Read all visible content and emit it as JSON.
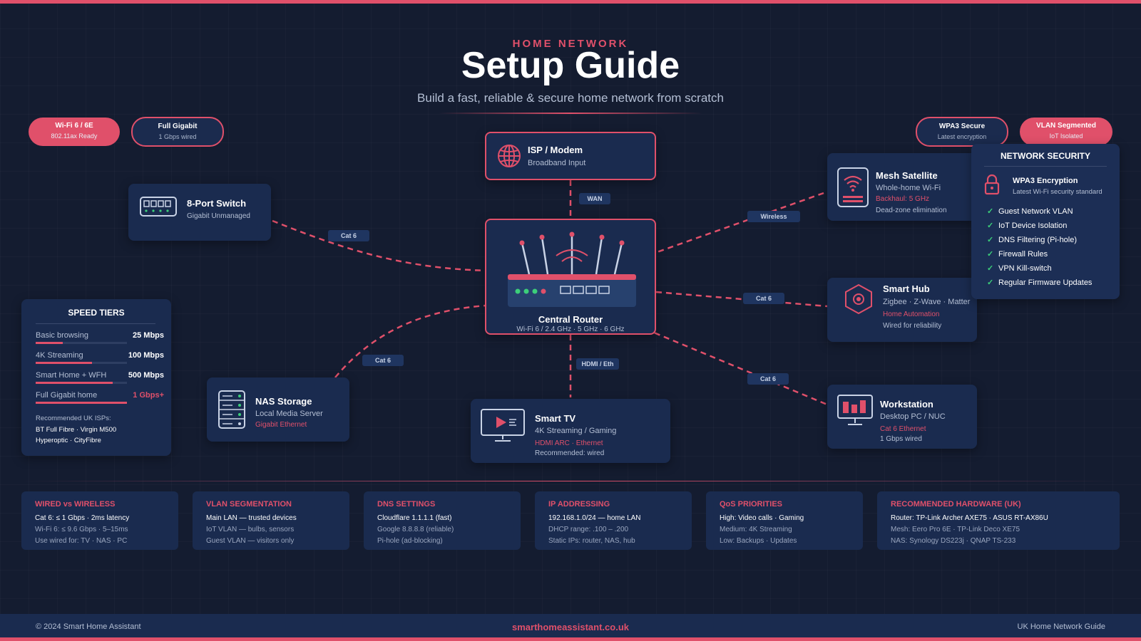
{
  "header": {
    "eyebrow": "HOME NETWORK",
    "title": "Setup Guide",
    "subtitle": "Build a fast, reliable & secure home network from scratch"
  },
  "badges": [
    {
      "title": "Wi-Fi 6 / 6E",
      "sub": "802.11ax Ready"
    },
    {
      "title": "Full Gigabit",
      "sub": "1 Gbps wired"
    },
    {
      "title": "WPA3 Secure",
      "sub": "Latest encryption"
    },
    {
      "title": "VLAN Segmented",
      "sub": "IoT Isolated"
    }
  ],
  "devices": {
    "isp": {
      "title": "ISP / Modem",
      "sub": "Broadband Input"
    },
    "switch": {
      "title": "8-Port Switch",
      "sub": "Gigabit Unmanaged"
    },
    "router": {
      "title": "Central Router",
      "sub": "Wi-Fi 6 / 2.4 GHz · 5 GHz · 6 GHz"
    },
    "mesh": {
      "title": "Mesh Satellite",
      "sub": "Whole-home Wi-Fi",
      "red": "Backhaul: 5 GHz",
      "note": "Dead-zone elimination"
    },
    "hub": {
      "title": "Smart Hub",
      "sub": "Zigbee · Z-Wave · Matter",
      "red": "Home Automation",
      "note": "Wired for reliability"
    },
    "nas": {
      "title": "NAS Storage",
      "sub": "Local Media Server",
      "red": "Gigabit Ethernet"
    },
    "tv": {
      "title": "Smart TV",
      "sub": "4K Streaming / Gaming",
      "red": "HDMI ARC · Ethernet",
      "note": "Recommended: wired"
    },
    "workstation": {
      "title": "Workstation",
      "sub": "Desktop PC / NUC",
      "red": "Cat 6 Ethernet",
      "note": "1 Gbps wired"
    }
  },
  "connections": {
    "wan": "WAN",
    "switch": "Cat 6",
    "mesh": "Wireless",
    "hub": "Cat 6",
    "nas": "Cat 6",
    "tv": "HDMI / Eth",
    "workstation": "Cat 6"
  },
  "speed_tiers": {
    "title": "SPEED TIERS",
    "tiers": [
      {
        "label": "Basic browsing",
        "value": "25 Mbps",
        "level": 0.3
      },
      {
        "label": "4K Streaming",
        "value": "100 Mbps",
        "level": 0.62
      },
      {
        "label": "Smart Home + WFH",
        "value": "500 Mbps",
        "level": 0.84
      },
      {
        "label": "Full Gigabit home",
        "value": "1 Gbps+",
        "level": 1.0
      }
    ],
    "isps_title": "Recommended UK ISPs:",
    "isps_line1": "BT Full Fibre · Virgin M500",
    "isps_line2": "Hyperoptic · CityFibre"
  },
  "security": {
    "title": "NETWORK SECURITY",
    "enc_title": "WPA3 Encryption",
    "enc_sub": "Latest Wi-Fi security standard",
    "items": [
      "Guest Network VLAN",
      "IoT Device Isolation",
      "DNS Filtering (Pi-hole)",
      "Firewall Rules",
      "VPN Kill-switch",
      "Regular Firmware Updates"
    ]
  },
  "info": [
    {
      "title": "WIRED vs WIRELESS",
      "lines": [
        "Cat 6: ≤ 1 Gbps · 2ms latency",
        "Wi-Fi 6: ≤ 9.6 Gbps · 5–15ms",
        "Use wired for: TV · NAS · PC"
      ]
    },
    {
      "title": "VLAN SEGMENTATION",
      "lines": [
        "Main LAN — trusted devices",
        "IoT VLAN — bulbs, sensors",
        "Guest VLAN — visitors only"
      ]
    },
    {
      "title": "DNS SETTINGS",
      "lines": [
        "Cloudflare 1.1.1.1 (fast)",
        "Google 8.8.8.8 (reliable)",
        "Pi-hole (ad-blocking)"
      ]
    },
    {
      "title": "IP ADDRESSING",
      "lines": [
        "192.168.1.0/24 — home LAN",
        "DHCP range: .100 – .200",
        "Static IPs: router, NAS, hub"
      ]
    },
    {
      "title": "QoS PRIORITIES",
      "lines": [
        "High: Video calls · Gaming",
        "Medium: 4K Streaming",
        "Low: Backups · Updates"
      ]
    },
    {
      "title": "RECOMMENDED HARDWARE (UK)",
      "lines": [
        "Router: TP-Link Archer AXE75 · ASUS RT-AX86U",
        "Mesh: Eero Pro 6E · TP-Link Deco XE75",
        "NAS: Synology DS223j · QNAP TS-233"
      ]
    }
  ],
  "footer": {
    "left": "© 2024 Smart Home Assistant",
    "center": "smarthomeassistant.co.uk",
    "right": "UK Home Network Guide"
  },
  "colors": {
    "accent": "#e0506a",
    "card": "#1a2b4f",
    "background": "#141c30",
    "check": "#3ccf7a"
  }
}
